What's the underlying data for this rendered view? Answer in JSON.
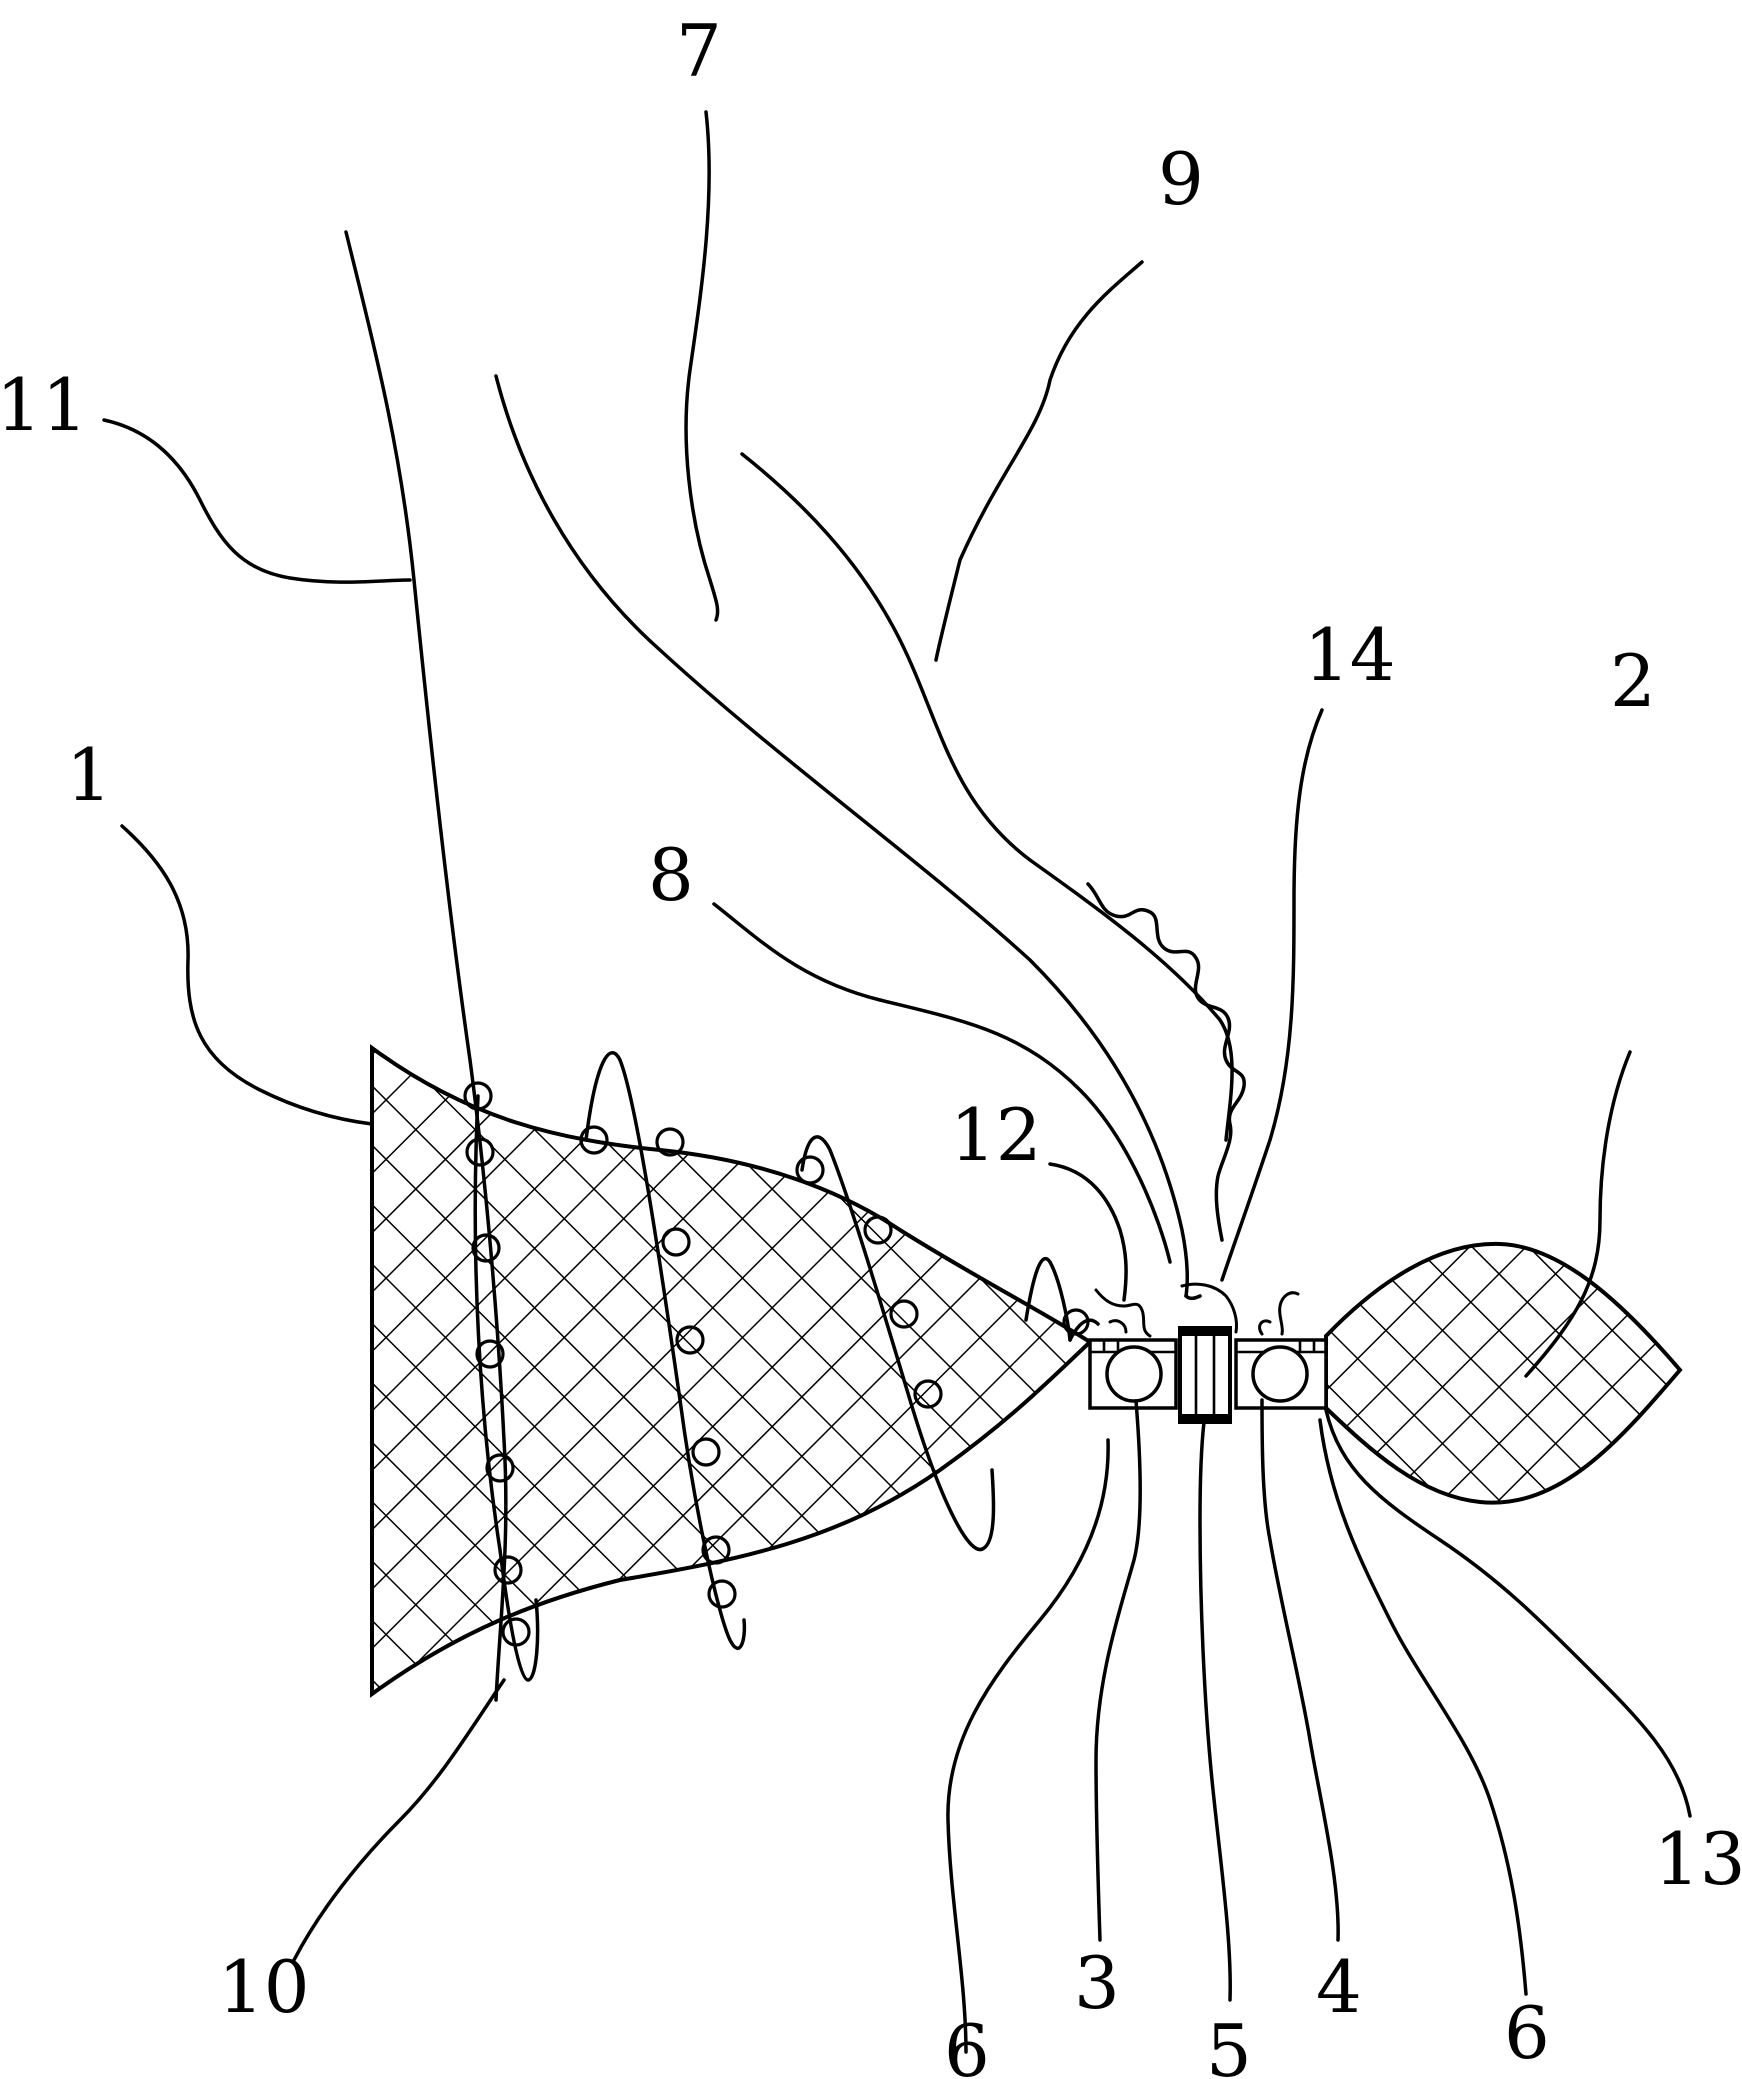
{
  "figure": {
    "labels": {
      "n1": "1",
      "n2": "2",
      "n3": "3",
      "n4": "4",
      "n5": "5",
      "n6a": "6",
      "n6b": "6",
      "n7": "7",
      "n8": "8",
      "n9": "9",
      "n10": "10",
      "n11": "11",
      "n12": "12",
      "n13": "13",
      "n14": "14"
    }
  }
}
